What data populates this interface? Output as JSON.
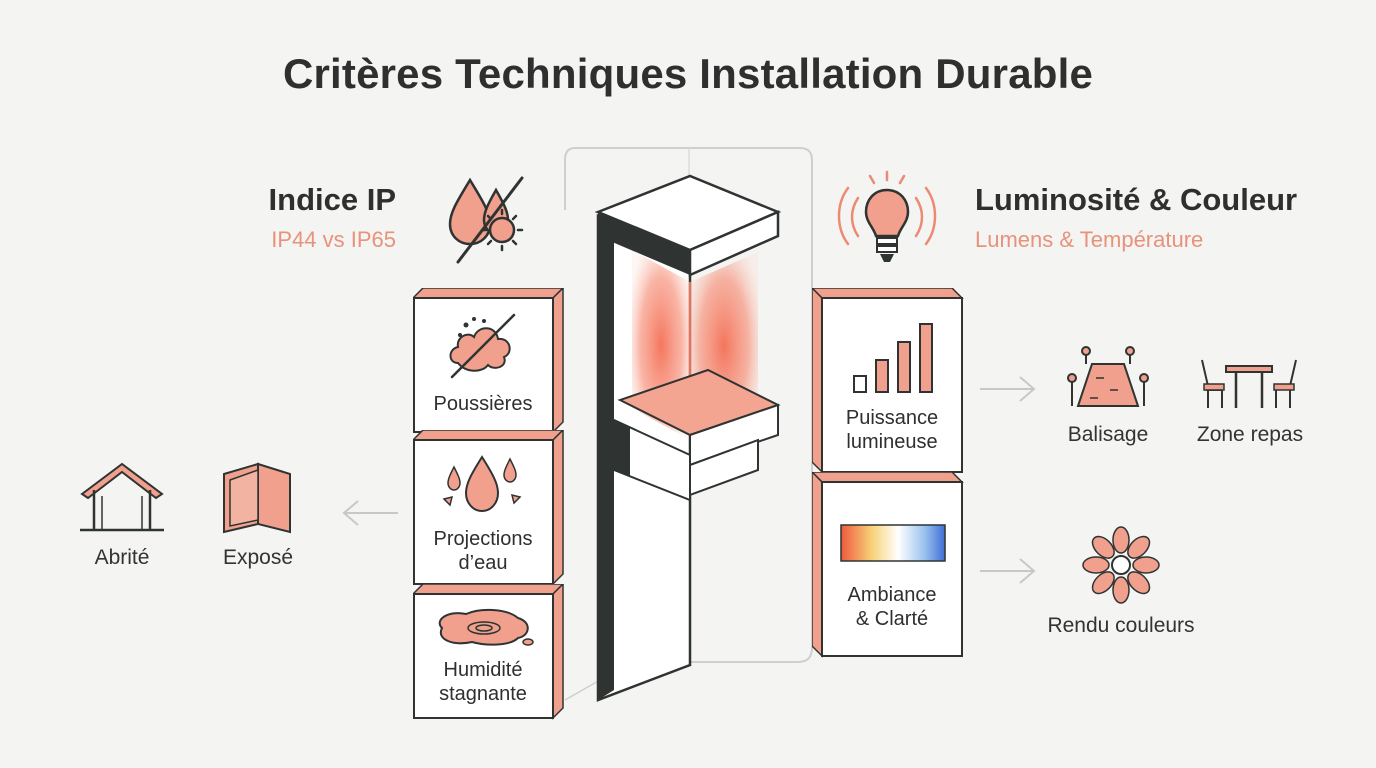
{
  "title": "Critères Techniques Installation Durable",
  "colors": {
    "accent": "#ec8a73",
    "accent_light": "#f3b3a2",
    "dark": "#2f3433",
    "background": "#f4f4f2"
  },
  "ip_section": {
    "title": "Indice IP",
    "subtitle": "IP44 vs IP65",
    "icon": "water-sun-crossed-icon",
    "criteria": [
      {
        "label_line1": "Poussières",
        "label_line2": "",
        "icon": "dust-cloud-crossed-icon"
      },
      {
        "label_line1": "Projections",
        "label_line2": "d’eau",
        "icon": "water-drops-icon"
      },
      {
        "label_line1": "Humidité",
        "label_line2": "stagnante",
        "icon": "puddle-icon"
      }
    ],
    "locations": [
      {
        "label": "Abrité",
        "icon": "shelter-icon"
      },
      {
        "label": "Exposé",
        "icon": "exposed-wall-icon"
      }
    ]
  },
  "light_section": {
    "title": "Luminosité & Couleur",
    "subtitle": "Lumens & Température",
    "icon": "light-bulb-icon",
    "criteria": [
      {
        "label_line1": "Puissance",
        "label_line2": "lumineuse",
        "icon": "signal-bars-icon"
      },
      {
        "label_line1": "Ambiance",
        "label_line2": "& Clarté",
        "icon": "color-temperature-gradient-icon"
      }
    ],
    "uses": [
      {
        "label": "Balisage",
        "icon": "path-marker-icon"
      },
      {
        "label": "Zone repas",
        "icon": "dining-table-icon"
      }
    ],
    "color_rendering": {
      "label": "Rendu couleurs",
      "icon": "flower-icon"
    }
  }
}
